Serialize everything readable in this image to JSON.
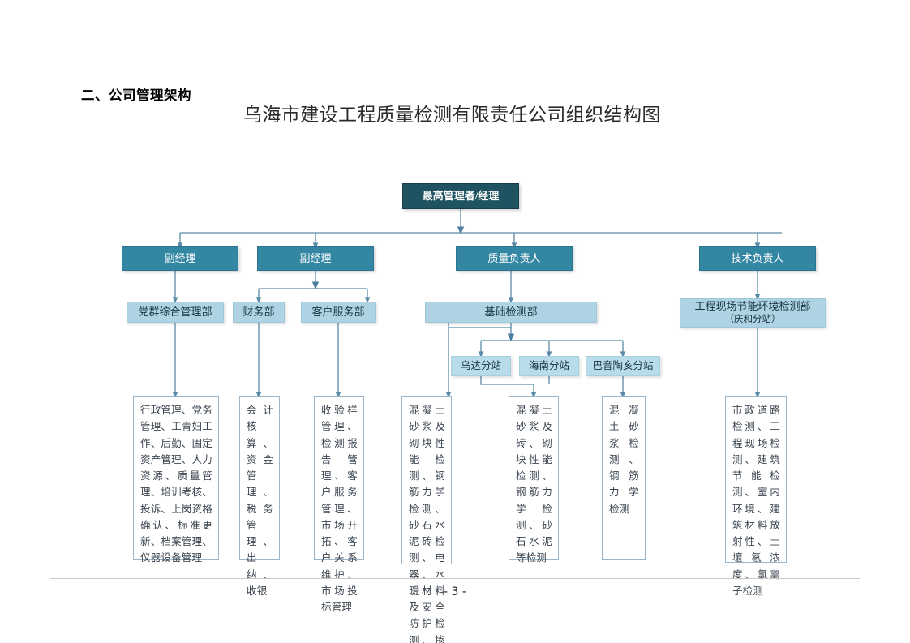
{
  "page": {
    "section_heading": "二、公司管理架构",
    "chart_title": "乌海市建设工程质量检测有限责任公司组织结构图",
    "footer_page_number": "- 3 -"
  },
  "colors": {
    "top_box": "#1f5362",
    "manager_box": "#3387a3",
    "department_box": "#aed4e4",
    "station_box": "#b9dcea",
    "detail_box_border": "#9ab6cc",
    "connector": "#5b8aa8",
    "page_background": "#ffffff"
  },
  "org_chart": {
    "type": "diagram",
    "top": {
      "label": "最高管理者/经理"
    },
    "managers": [
      {
        "label": "副经理"
      },
      {
        "label": "副经理"
      },
      {
        "label": "质量负责人"
      },
      {
        "label": "技术负责人"
      }
    ],
    "departments": [
      {
        "label": "党群综合管理部",
        "sub": ""
      },
      {
        "label": "财务部",
        "sub": ""
      },
      {
        "label": "客户服务部",
        "sub": ""
      },
      {
        "label": "基础检测部",
        "sub": ""
      },
      {
        "label": "工程现场节能环境检测部",
        "sub": "（庆和分站）"
      }
    ],
    "stations": [
      {
        "label": "乌达分站"
      },
      {
        "label": "海南分站"
      },
      {
        "label": "巴音陶亥分站"
      }
    ],
    "details": [
      {
        "text": "行政管理、党务管理、工青妇工作、后勤、固定资产管理、人力资源、质量管理、培训考核、投诉、上岗资格确认、标准更新、档案管理、仪器设备管理"
      },
      {
        "text": "会计核算、资金管理、税务管理、出纳、收银"
      },
      {
        "text": "收验样管理、检测报告管理、客户服务管理、市场开拓、客户关系维护、市场投标管理"
      },
      {
        "text": "混凝土砂浆及砌块性能检测、钢筋力学检测、砂石水泥砖检测、电器、水暖材料及安全防护检测、掺和料检测"
      },
      {
        "text": "混凝土砂浆及砖、砌块性能检测、钢筋力学检测、砂石水泥等检测"
      },
      {
        "text": "混凝土砂浆检测、钢筋力学检测"
      },
      {
        "text": "市政道路检测、工程现场检测、建筑节能检测、室内环境、建筑材料放射性、土壤氡浓度、氯离子检测"
      }
    ]
  }
}
